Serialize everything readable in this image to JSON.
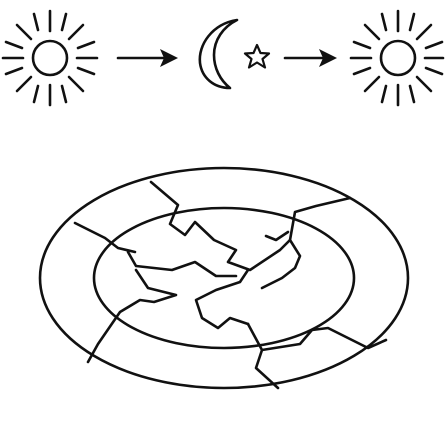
{
  "diagram": {
    "type": "process-illustration",
    "sequence": [
      {
        "id": "day-1",
        "icon": "sun-icon"
      },
      {
        "id": "night",
        "icon": "moon-and-star-icon"
      },
      {
        "id": "day-2",
        "icon": "sun-icon"
      }
    ],
    "connectors": [
      {
        "from": "day-1",
        "to": "night",
        "icon": "arrow-right-icon"
      },
      {
        "from": "night",
        "to": "day-2",
        "icon": "arrow-right-icon"
      }
    ],
    "subject": {
      "icon": "cracked-dish-icon"
    },
    "colors": {
      "ink": "#111111",
      "background": "#ffffff"
    }
  }
}
